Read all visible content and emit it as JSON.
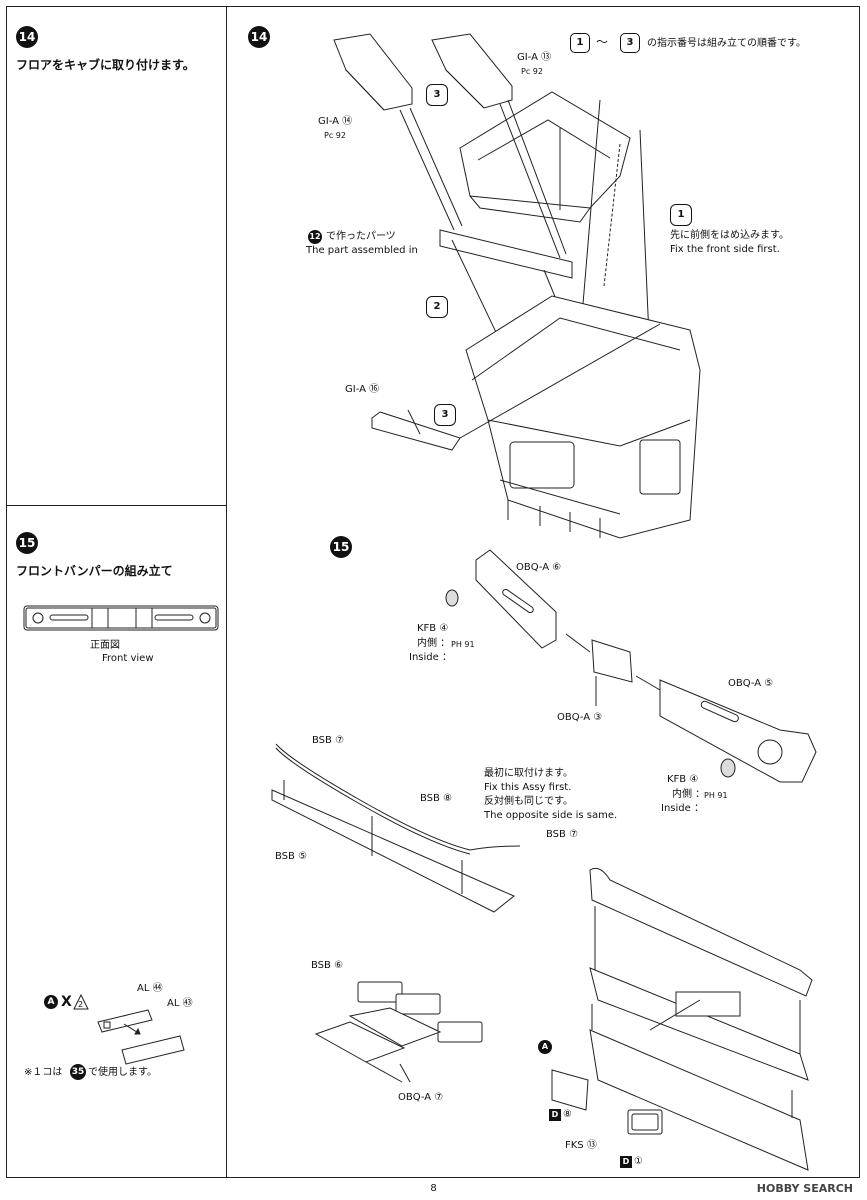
{
  "left_col": {
    "step14_num": "14",
    "step14_title": "フロアをキャブに取り付けます。",
    "step15_num": "15",
    "step15_title": "フロントバンパーの組み立て",
    "front_view_jp": "正面図",
    "front_view_en": "Front view",
    "al54": "AL ㊹",
    "al53": "AL ㊸",
    "badge_a": "A",
    "badge_x": "X",
    "badge_2": "2",
    "note_prefix": "※１コは",
    "note_badge": "35",
    "note_suffix": "で使用します。"
  },
  "s14": {
    "num": "14",
    "order_note_badge_a": "1",
    "order_note_tilde": "〜",
    "order_note_badge_b": "3",
    "order_note": "の指示番号は組み立ての順番です。",
    "gia13": "GI-A ⑬",
    "gia13_sub": "Pc 92",
    "gia14": "GI-A ⑭",
    "gia14_sub": "Pc 92",
    "gia16": "GI-A ⑯",
    "part12_badge": "12",
    "part12_jp": "で作ったパーツ",
    "part12_en": "The part assembled in",
    "step1": "1",
    "step2": "2",
    "step3a": "3",
    "step3b": "3",
    "step1_jp": "先に前側をはめ込みます。",
    "step1_en": "Fix the front side first."
  },
  "s15": {
    "num": "15",
    "obqa6": "OBQ-A ⑥",
    "kfb4a": "KFB ④",
    "inner_a": "内側 ：",
    "inner_a_sub": "PH 91",
    "inside_a": "Inside ：",
    "obqa3": "OBQ-A ③",
    "obqa5": "OBQ-A ⑤",
    "kfb4b": "KFB ④",
    "inner_b": "内側 ：",
    "inner_b_sub": "PH 91",
    "inside_b": "Inside ：",
    "bsb7a": "BSB ⑦",
    "bsb8": "BSB ⑧",
    "bsb5": "BSB ⑤",
    "bsb7b": "BSB ⑦",
    "note_jp1": "最初に取付けます。",
    "note_en1": "Fix this Assy first.",
    "note_jp2": "反対側も同じです。",
    "note_en2": "The opposite side is same.",
    "bsb6": "BSB ⑥",
    "obqa7": "OBQ-A ⑦",
    "badge_a": "A",
    "d8_badge": "D",
    "d8": "⑧",
    "fks13": "FKS ⑬",
    "d1_badge": "D",
    "d1": "①"
  },
  "footer": {
    "page_number": "8",
    "watermark": "HOBBY SEARCH"
  }
}
